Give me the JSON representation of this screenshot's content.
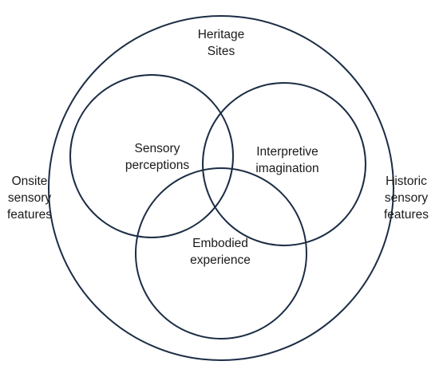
{
  "style": {
    "stroke_color": "#1b2d45",
    "text_color": "#1a1a1a"
  },
  "labels": {
    "heritage_sites": [
      "Heritage",
      "Sites"
    ],
    "sensory_perceptions": [
      "Sensory",
      "perceptions"
    ],
    "interpretive_imagination": [
      "Interpretive",
      "imagination"
    ],
    "embodied_experience": [
      "Embodied",
      "experience"
    ],
    "onsite_features": [
      "Onsite",
      "sensory",
      "features"
    ],
    "historic_features": [
      "Historic",
      "sensory",
      "features"
    ]
  }
}
